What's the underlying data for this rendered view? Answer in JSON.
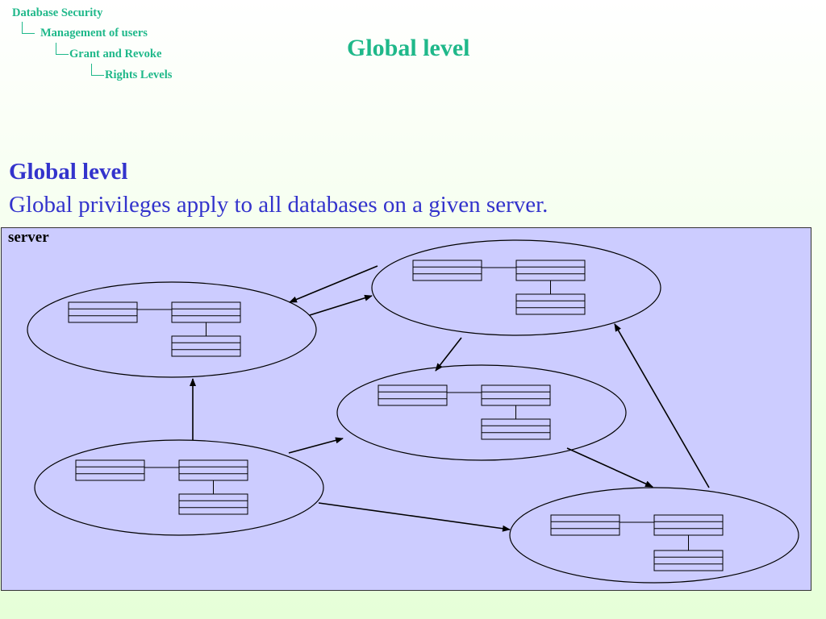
{
  "breadcrumb": {
    "items": [
      {
        "label": "Database Security"
      },
      {
        "label": "Management of users"
      },
      {
        "label": "Grant and Revoke"
      },
      {
        "label": "Rights Levels"
      }
    ]
  },
  "slide_title": "Global level",
  "content": {
    "heading": "Global level",
    "description": "Global privileges apply to all databases on a given server."
  },
  "diagram": {
    "container_label": "server",
    "databases": 5,
    "colors": {
      "server_fill": "#ccccff",
      "outline": "#000000",
      "breadcrumb": "#1fb88a",
      "body_text": "#3333cc"
    }
  }
}
